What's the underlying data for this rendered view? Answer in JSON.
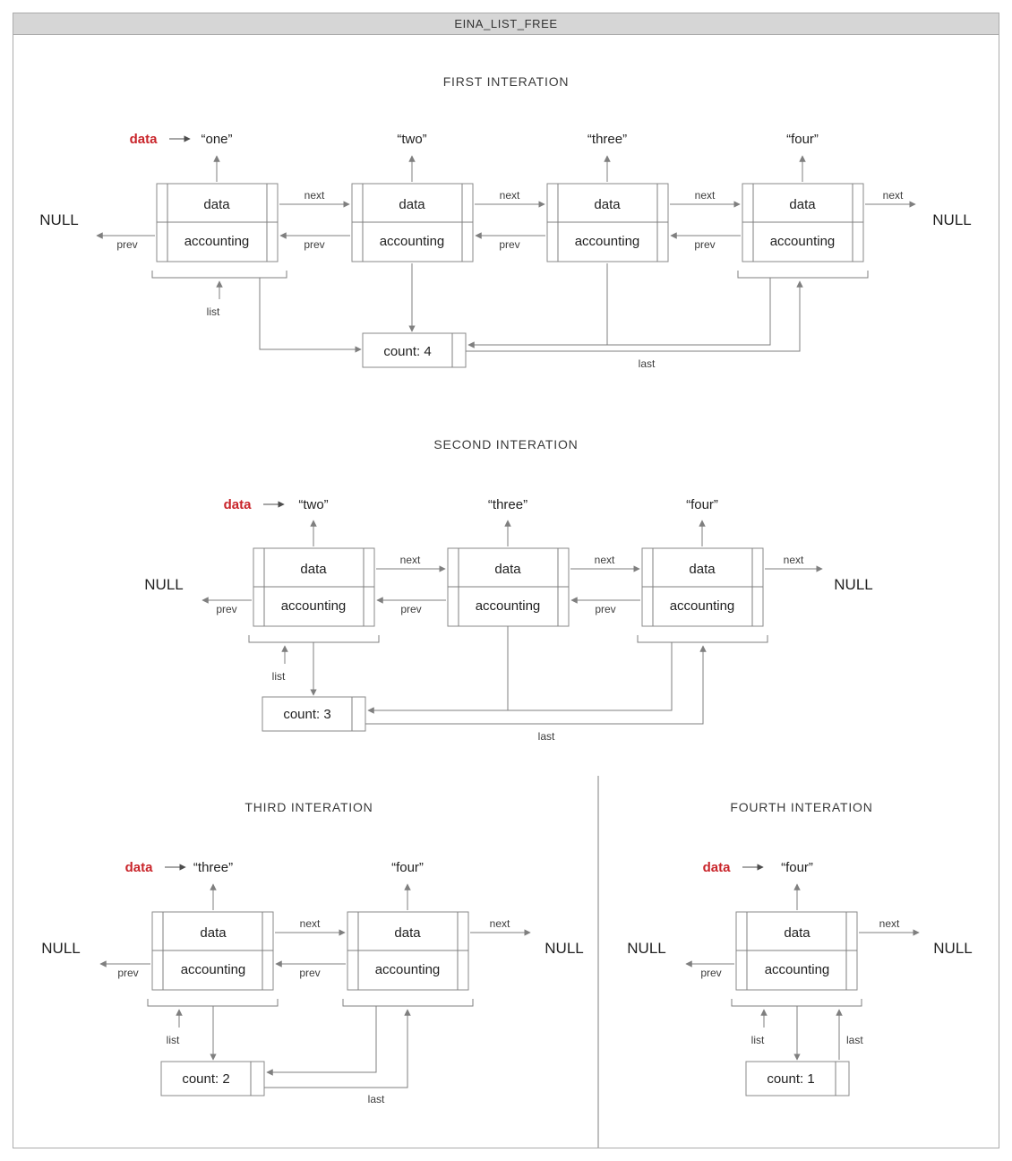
{
  "header": {
    "title": "EINA_LIST_FREE"
  },
  "labels": {
    "data_field": "data",
    "accounting_field": "accounting",
    "next": "next",
    "prev": "prev",
    "list": "list",
    "last": "last",
    "null_label": "NULL",
    "data_pointer": "data"
  },
  "iterations": [
    {
      "title": "FIRST INTERATION",
      "strings": [
        "“one”",
        "“two”",
        "“three”",
        "“four”"
      ],
      "count": "count: 4"
    },
    {
      "title": "SECOND INTERATION",
      "strings": [
        "“two”",
        "“three”",
        "“four”"
      ],
      "count": "count: 3"
    },
    {
      "title": "THIRD INTERATION",
      "strings": [
        "“three”",
        "“four”"
      ],
      "count": "count: 2"
    },
    {
      "title": "FOURTH INTERATION",
      "strings": [
        "“four”"
      ],
      "count": "count: 1"
    }
  ],
  "colors": {
    "line": "#7f7f7f",
    "box_border": "#8a8a8a",
    "text": "#1f1f1f",
    "accent_red": "#c9252b",
    "header_bg": "#d6d6d6",
    "frame_border": "#ababab"
  }
}
